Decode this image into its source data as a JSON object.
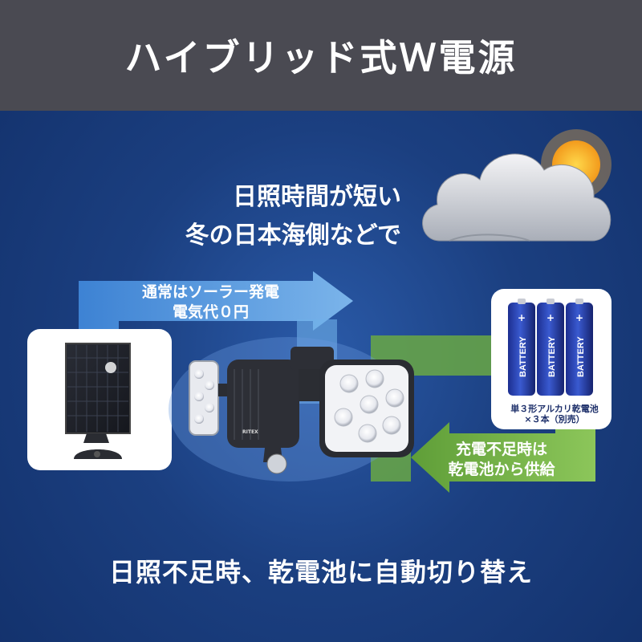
{
  "header": {
    "title": "ハイブリッド式Ｗ電源"
  },
  "cloud_text": {
    "line1": "日照時間が短い",
    "line2": "冬の日本海側などで"
  },
  "solar_path": {
    "line1": "通常はソーラー発電",
    "line2": "電気代０円"
  },
  "battery_path": {
    "line1": "充電不足時は",
    "line2": "乾電池から供給"
  },
  "battery": {
    "label": "BATTERY",
    "caption_line1": "単３形アルカリ乾電池",
    "caption_line2": "×３本（別売）"
  },
  "product": {
    "brand": "RITEX"
  },
  "footer": {
    "text": "日照不足時、乾電池に自動切り替え"
  },
  "colors": {
    "header_bg": "#4a4a52",
    "background": "#1b3f80",
    "blue_arrow": "#5aa0e6",
    "green_arrow": "#7dbb4a"
  }
}
